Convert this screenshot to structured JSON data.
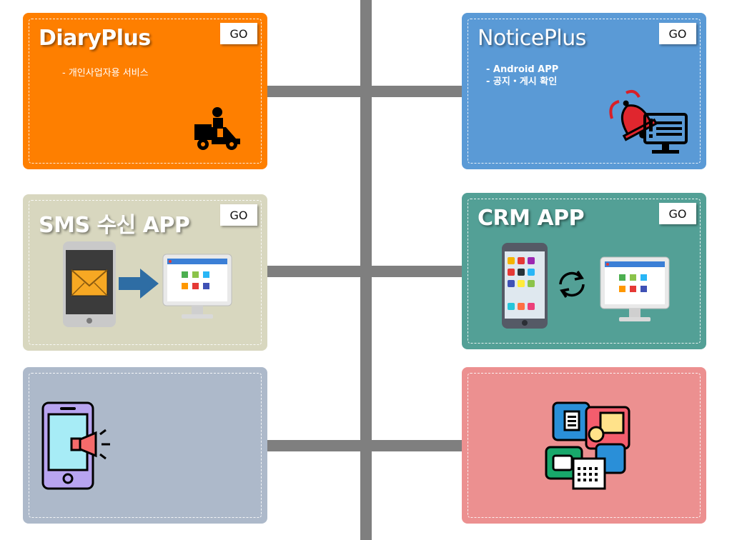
{
  "cards": {
    "diaryplus": {
      "title": "DiaryPlus",
      "go_label": "GO",
      "desc": "- 개인사업자용 서비스",
      "color": "#fe7f00",
      "icon": "delivery-truck-icon"
    },
    "noticeplus": {
      "title": "NoticePlus",
      "go_label": "GO",
      "desc_lines": [
        "- Android APP",
        "- 공지・게시 확인"
      ],
      "color": "#5a9ad6",
      "icon": "notification-bell-monitor-icon"
    },
    "sms": {
      "title": "SMS 수신 APP",
      "go_label": "GO",
      "color": "#d8d7bf",
      "icons": [
        "smartphone-mail-icon",
        "arrow-right-icon",
        "monitor-apps-icon"
      ]
    },
    "crm": {
      "title": "CRM APP",
      "go_label": "GO",
      "color": "#53a096",
      "icons": [
        "smartphone-apps-icon",
        "sync-icon",
        "monitor-apps-icon"
      ]
    },
    "promo": {
      "color": "#adb9ca",
      "icon": "phone-megaphone-icon"
    },
    "apps": {
      "color": "#ec9090",
      "icon": "app-collage-icon"
    }
  },
  "connector_color": "#7f7f7f"
}
